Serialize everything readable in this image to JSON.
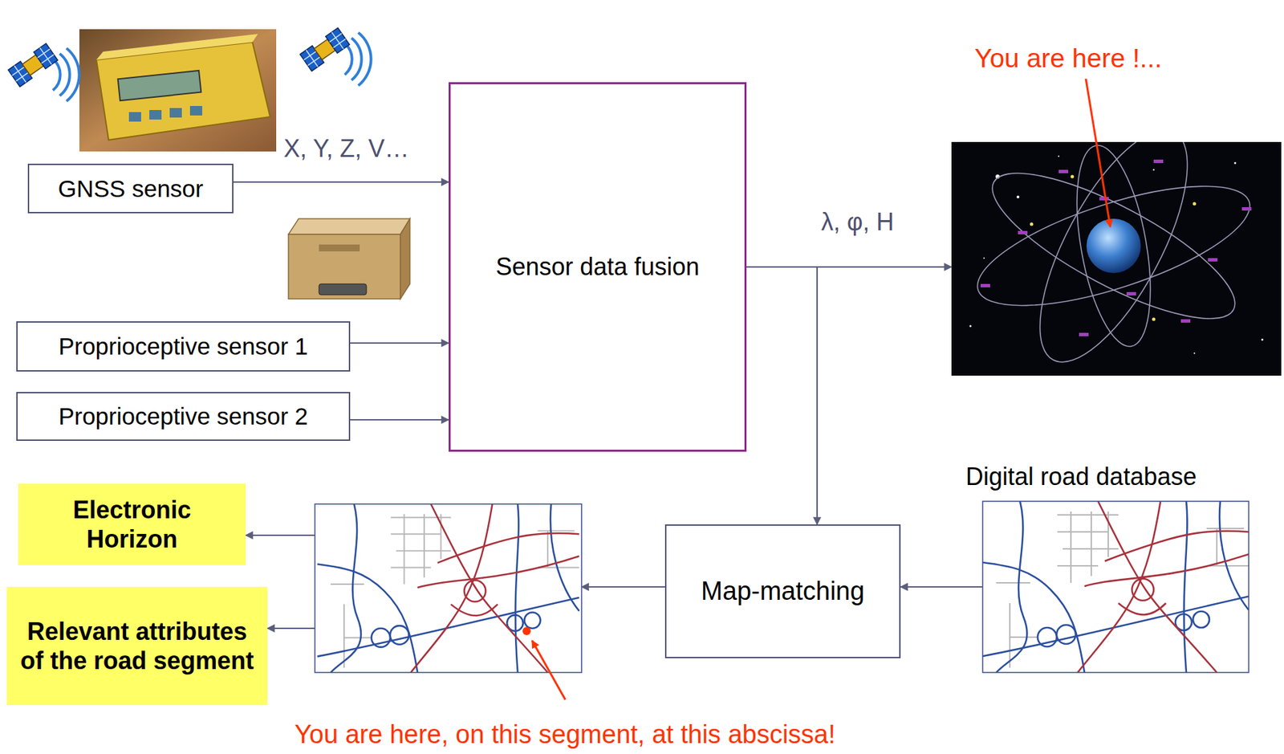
{
  "diagram": {
    "nodes": [
      {
        "text": [
          "GNSS sensor"
        ]
      },
      {
        "text": [
          "Proprioceptive sensor 1"
        ]
      },
      {
        "text": [
          "Proprioceptive sensor 2"
        ]
      },
      {
        "text": [
          "Sensor data fusion"
        ]
      },
      {
        "text": [
          "You are here !..."
        ]
      },
      {
        "text": [
          "Map-matching"
        ]
      },
      {
        "text": [
          "Digital road database"
        ]
      },
      {
        "text": [
          "You are here, on this segment, at this abscissa!"
        ]
      },
      {
        "text": [
          "Electronic Horizon"
        ]
      },
      {
        "text": [
          "Relevant attributes of the road segment"
        ]
      }
    ],
    "edges": [
      {
        "from": 0,
        "to": 3,
        "arrow": "to",
        "label": "X, Y, Z, V…"
      },
      {
        "from": 1,
        "to": 3,
        "arrow": "to"
      },
      {
        "from": 2,
        "to": 3,
        "arrow": "to"
      },
      {
        "from": 3,
        "to": 4,
        "arrow": "to",
        "label": "λ, φ, H"
      },
      {
        "from": 3,
        "to": 5,
        "arrow": "to"
      },
      {
        "from": 6,
        "to": 5,
        "arrow": "to"
      },
      {
        "from": 5,
        "to": 7,
        "arrow": "to"
      },
      {
        "from": 7,
        "to": 8,
        "arrow": "to"
      },
      {
        "from": 7,
        "to": 9,
        "arrow": "to"
      }
    ]
  }
}
